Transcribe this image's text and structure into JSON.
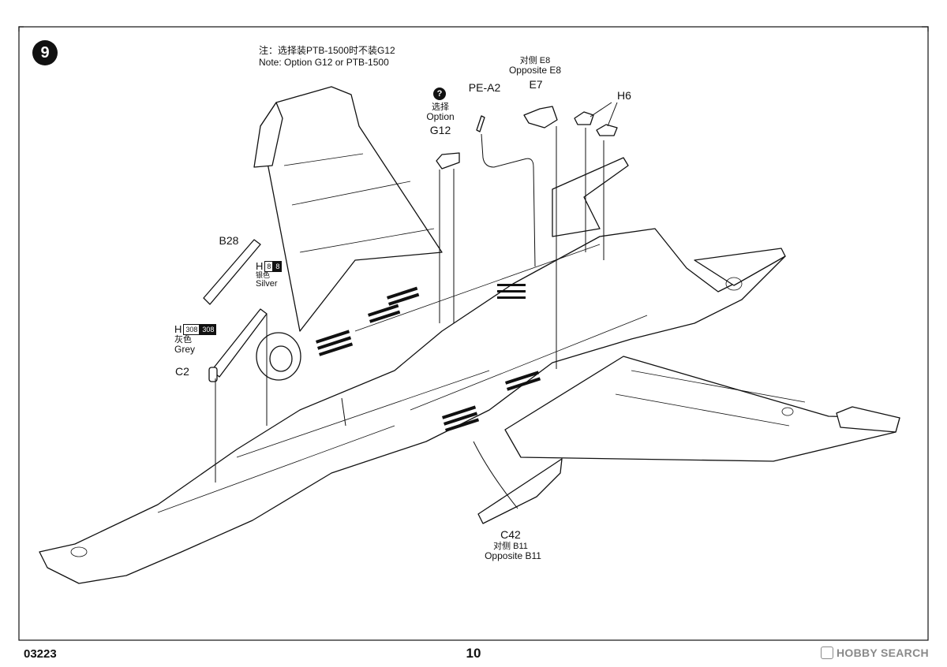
{
  "step": {
    "number": "9"
  },
  "notes": {
    "cn": "注：选择装PTB-1500时不装G12",
    "en": "Note: Option G12 or PTB-1500"
  },
  "parts": {
    "b28": "B28",
    "c2": "C2",
    "c42": "C42",
    "c42_cn": "对侧 B11",
    "c42_en": "Opposite B11",
    "e7": "E7",
    "e7_cn": "对侧 E8",
    "e7_en": "Opposite E8",
    "pe_a2": "PE-A2",
    "h6": "H6",
    "g12": "G12",
    "g12_cn": "选择",
    "g12_en": "Option",
    "g12_badge": "?"
  },
  "paints": {
    "silver": {
      "letter": "H",
      "code_light": "8",
      "code_dark": "8",
      "cn": "银色",
      "en": "Silver"
    },
    "grey": {
      "letter": "H",
      "code_light": "308",
      "code_dark": "308",
      "cn": "灰色",
      "en": "Grey"
    }
  },
  "footer": {
    "code": "03223",
    "page": "10",
    "watermark": "HOBBY SEARCH"
  }
}
